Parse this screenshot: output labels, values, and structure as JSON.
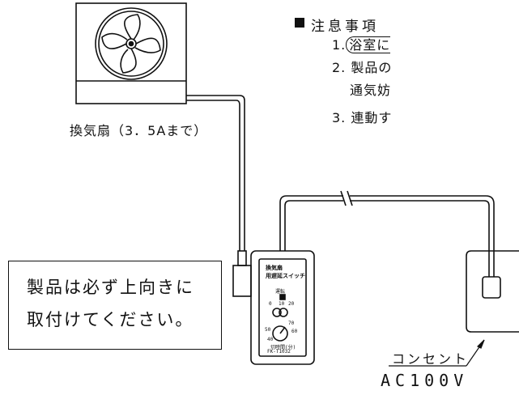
{
  "notes": {
    "title": "注息事項",
    "items": [
      {
        "num": "1.",
        "text": "浴室に"
      },
      {
        "num": "2.",
        "text": "製品の"
      },
      {
        "num": "",
        "text": "通気妨"
      },
      {
        "num": "3.",
        "text": "連動す"
      }
    ]
  },
  "fan_label": "換気扇（3．5Aまで）",
  "note_box": {
    "line1": "製品は必ず上向きに",
    "line2": "取付けてください。"
  },
  "switch": {
    "title_line1": "換気扇",
    "title_line2": "用遅延スイッチ",
    "led_label": "運転",
    "dial_labels": [
      "0",
      "10",
      "20",
      "40",
      "50",
      "60",
      "70"
    ],
    "bottom_label": "切時間(分)",
    "model": "FK-T1032"
  },
  "outlet": {
    "label": "コンセント",
    "voltage": "AC100V"
  }
}
